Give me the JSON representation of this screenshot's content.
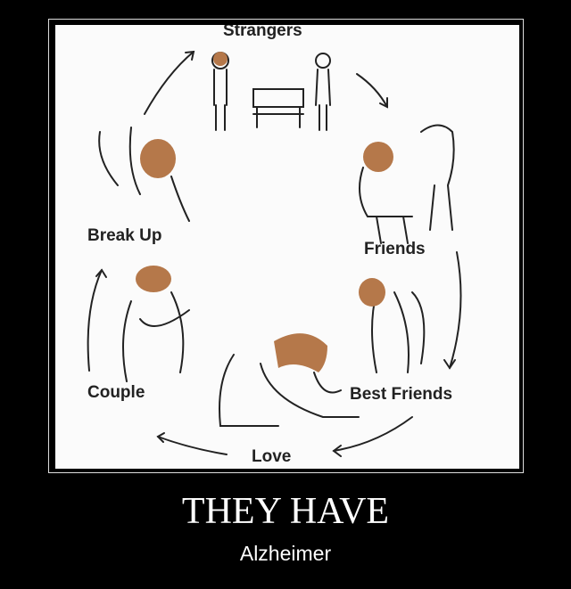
{
  "poster": {
    "labels": {
      "strangers": "Strangers",
      "friends": "Friends",
      "best_friends": "Best Friends",
      "love": "Love",
      "couple": "Couple",
      "break_up": "Break Up"
    },
    "title": "THEY HAVE",
    "subtitle": "Alzheimer",
    "colors": {
      "background": "#000000",
      "hair": "#b5784a",
      "panel": "#fbfbfb"
    }
  }
}
